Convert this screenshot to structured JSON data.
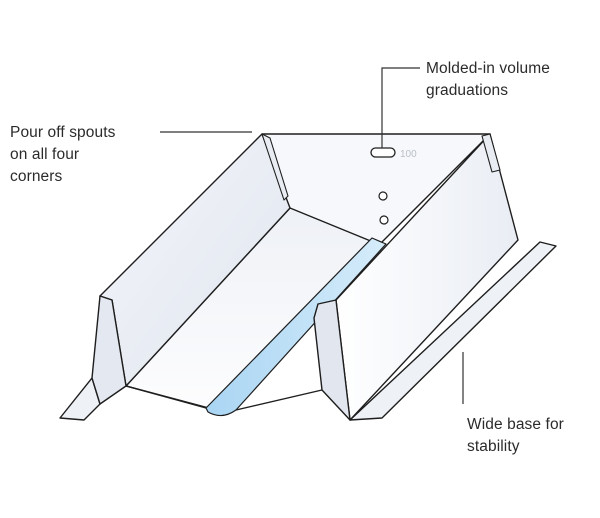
{
  "callouts": {
    "volume": {
      "lines": [
        "Molded-in volume",
        "graduations"
      ]
    },
    "spouts": {
      "lines": [
        "Pour off spouts",
        "on all four",
        "corners"
      ]
    },
    "base": {
      "lines": [
        "Wide base for",
        "stability"
      ]
    }
  },
  "graduation_mark": "100",
  "colors": {
    "outline": "#1e1e1e",
    "panel_light": "#ffffff",
    "panel_shade": "#e6eaf2",
    "trough_blue": "#bfe0f6",
    "leader_line": "#333333"
  }
}
